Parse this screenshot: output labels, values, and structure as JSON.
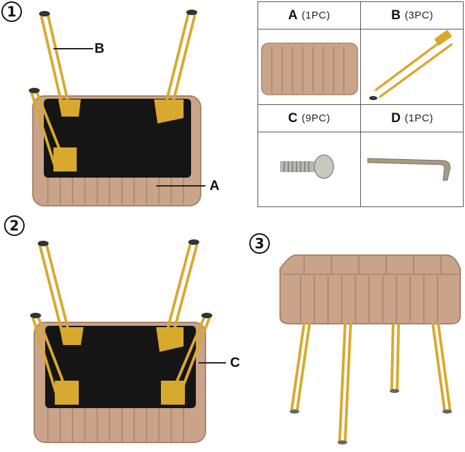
{
  "steps": {
    "step1": "1",
    "step2": "2",
    "step3": "3"
  },
  "callouts": {
    "b_label": "B",
    "a_label": "A",
    "c_label": "C"
  },
  "parts": [
    {
      "letter": "A",
      "qty": "(1PC)"
    },
    {
      "letter": "B",
      "qty": "(3PC)"
    },
    {
      "letter": "C",
      "qty": "(9PC)"
    },
    {
      "letter": "D",
      "qty": "(1PC)"
    }
  ],
  "colors": {
    "gold": "#d9a92e",
    "fabric": "#c9a48a",
    "fabric_dark": "#a88367",
    "underside": "#151515"
  }
}
